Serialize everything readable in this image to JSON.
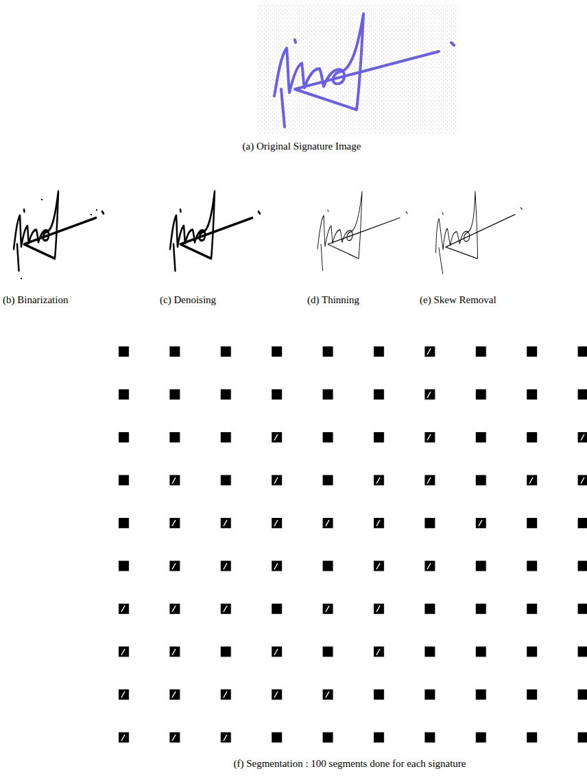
{
  "diagram": {
    "labels": [
      "(a) Original Signature Image",
      "(b) Binarization",
      "(c) Denoising",
      "(d) Thinning",
      "(e) Skew Removal",
      "(f) Segmentation : 100 segments done for each signature"
    ]
  }
}
